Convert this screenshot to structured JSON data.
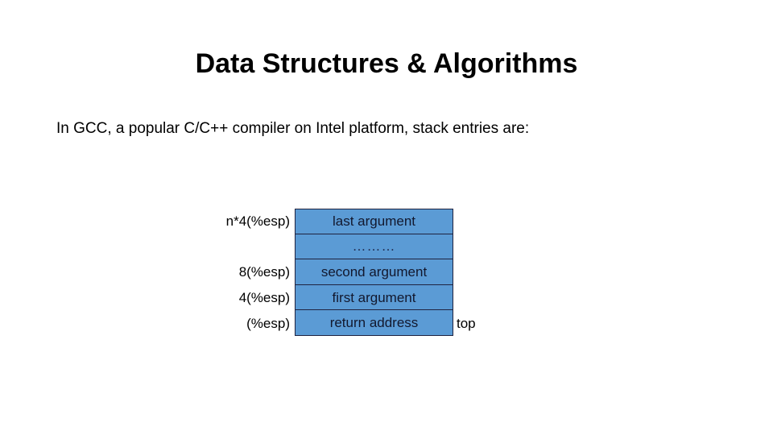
{
  "slide": {
    "title": "Data Structures & Algorithms",
    "body_text": "In GCC, a popular C/C++ compiler on Intel platform, stack entries are:"
  },
  "diagram": {
    "name": "stack-frame-layout",
    "fill_color": "#5B9BD5",
    "border_color": "#1F2340",
    "rows": [
      {
        "address": "n*4(%esp)",
        "entry": "last argument",
        "note": ""
      },
      {
        "address": "",
        "entry": "………",
        "note": ""
      },
      {
        "address": "8(%esp)",
        "entry": "second argument",
        "note": ""
      },
      {
        "address": "4(%esp)",
        "entry": "first argument",
        "note": ""
      },
      {
        "address": "(%esp)",
        "entry": "return address",
        "note": "top"
      }
    ]
  }
}
